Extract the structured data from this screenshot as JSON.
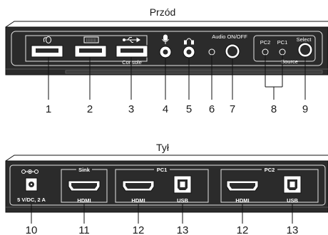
{
  "front": {
    "title": "Przód",
    "labels": {
      "console": "Console",
      "audio_onoff": "Audio ON/OFF",
      "pc2": "PC2",
      "pc1": "PC1",
      "select": "Select",
      "source": "Source"
    },
    "callouts": [
      "1",
      "2",
      "3",
      "4",
      "5",
      "6",
      "7",
      "8",
      "9"
    ]
  },
  "back": {
    "title": "Tył",
    "labels": {
      "power": "5 V/DC, 2 A",
      "sink": "Sink",
      "hdmi": "HDMI",
      "pc1": "PC1",
      "pc2": "PC2",
      "usb": "USB"
    },
    "callouts": [
      "10",
      "11",
      "12",
      "13",
      "12",
      "13"
    ]
  },
  "colors": {
    "panel": "#2b2b2b",
    "panel_edge": "#111111",
    "port_fill": "#ffffff"
  }
}
